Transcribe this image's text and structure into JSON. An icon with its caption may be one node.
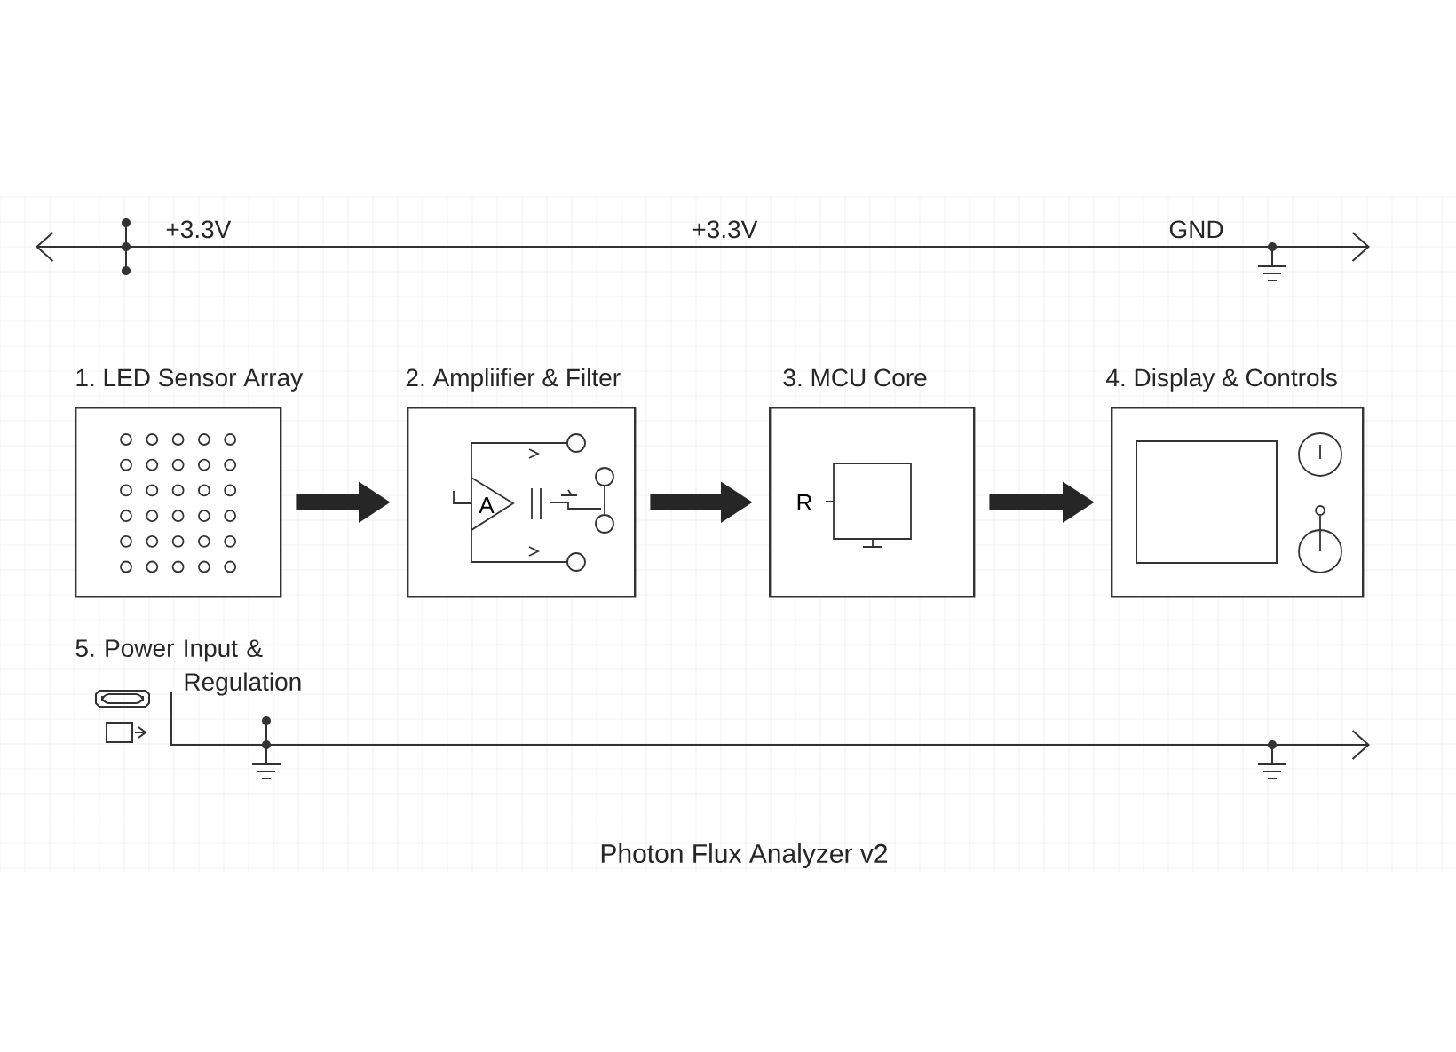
{
  "diagram": {
    "caption": "Photon Flux Analyzer v2",
    "nodes": [
      {
        "text": [
          "1. LED Sensor Array"
        ]
      },
      {
        "text": [
          "2. Ampliifier & Filter",
          "A"
        ]
      },
      {
        "text": [
          "3. MCU Core",
          "R"
        ]
      },
      {
        "text": [
          "4. Display & Controls"
        ]
      }
    ],
    "edges": [
      {
        "from": 0,
        "to": 1,
        "arrow": "to"
      },
      {
        "from": 1,
        "to": 2,
        "arrow": "to"
      },
      {
        "from": 2,
        "to": 3,
        "arrow": "to"
      }
    ],
    "labels": [
      "+3.3V",
      "+3.3V",
      "GND",
      "5. Power Input & Regulation"
    ]
  }
}
